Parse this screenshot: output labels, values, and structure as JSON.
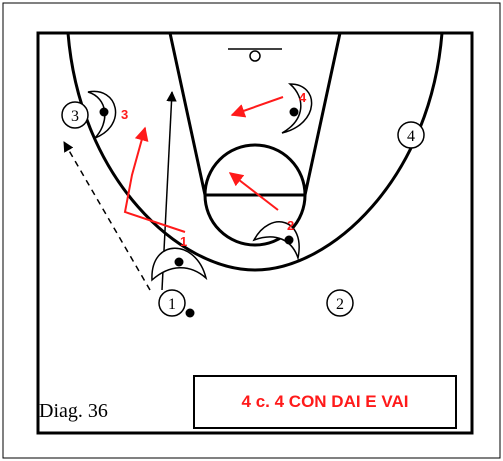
{
  "diagram": {
    "caption": "Diag. 36",
    "title": "4 c. 4 CON DAI E VAI",
    "players": [
      {
        "id": "player-3-offense",
        "label": "3"
      },
      {
        "id": "player-4-offense",
        "label": "4"
      },
      {
        "id": "player-1-offense",
        "label": "1"
      },
      {
        "id": "player-2-offense",
        "label": "2"
      }
    ],
    "defenders": [
      {
        "id": "defender-3",
        "label": "3"
      },
      {
        "id": "defender-4",
        "label": "4"
      },
      {
        "id": "defender-2",
        "label": "2"
      },
      {
        "id": "defender-1",
        "label": "1"
      }
    ],
    "colors": {
      "defense": "#ff1a1a",
      "offense": "#000000",
      "title_border": "#000000"
    }
  }
}
